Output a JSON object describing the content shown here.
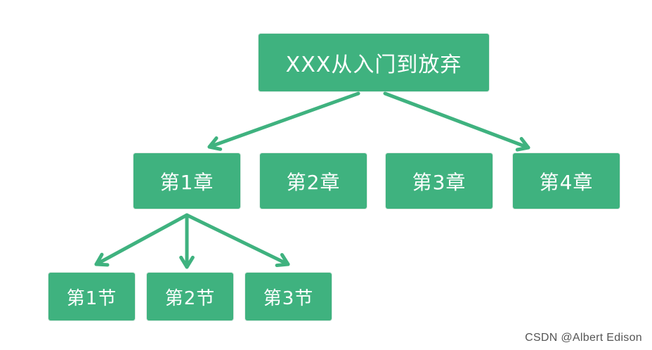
{
  "colors": {
    "node_fill": "#3fb27f",
    "edge": "#3fb27f",
    "node_text": "#ffffff"
  },
  "root": {
    "label": "XXX从入门到放弃"
  },
  "chapters": [
    {
      "id": "ch1",
      "label": "第1章"
    },
    {
      "id": "ch2",
      "label": "第2章"
    },
    {
      "id": "ch3",
      "label": "第3章"
    },
    {
      "id": "ch4",
      "label": "第4章"
    }
  ],
  "sections": [
    {
      "id": "sec1",
      "label": "第1节"
    },
    {
      "id": "sec2",
      "label": "第2节"
    },
    {
      "id": "sec3",
      "label": "第3节"
    }
  ],
  "edges": [
    {
      "from": "root",
      "to": "ch1"
    },
    {
      "from": "root",
      "to": "ch4"
    },
    {
      "from": "ch1",
      "to": "sec1"
    },
    {
      "from": "ch1",
      "to": "sec2"
    },
    {
      "from": "ch1",
      "to": "sec3"
    }
  ],
  "watermark": "CSDN @Albert Edison"
}
